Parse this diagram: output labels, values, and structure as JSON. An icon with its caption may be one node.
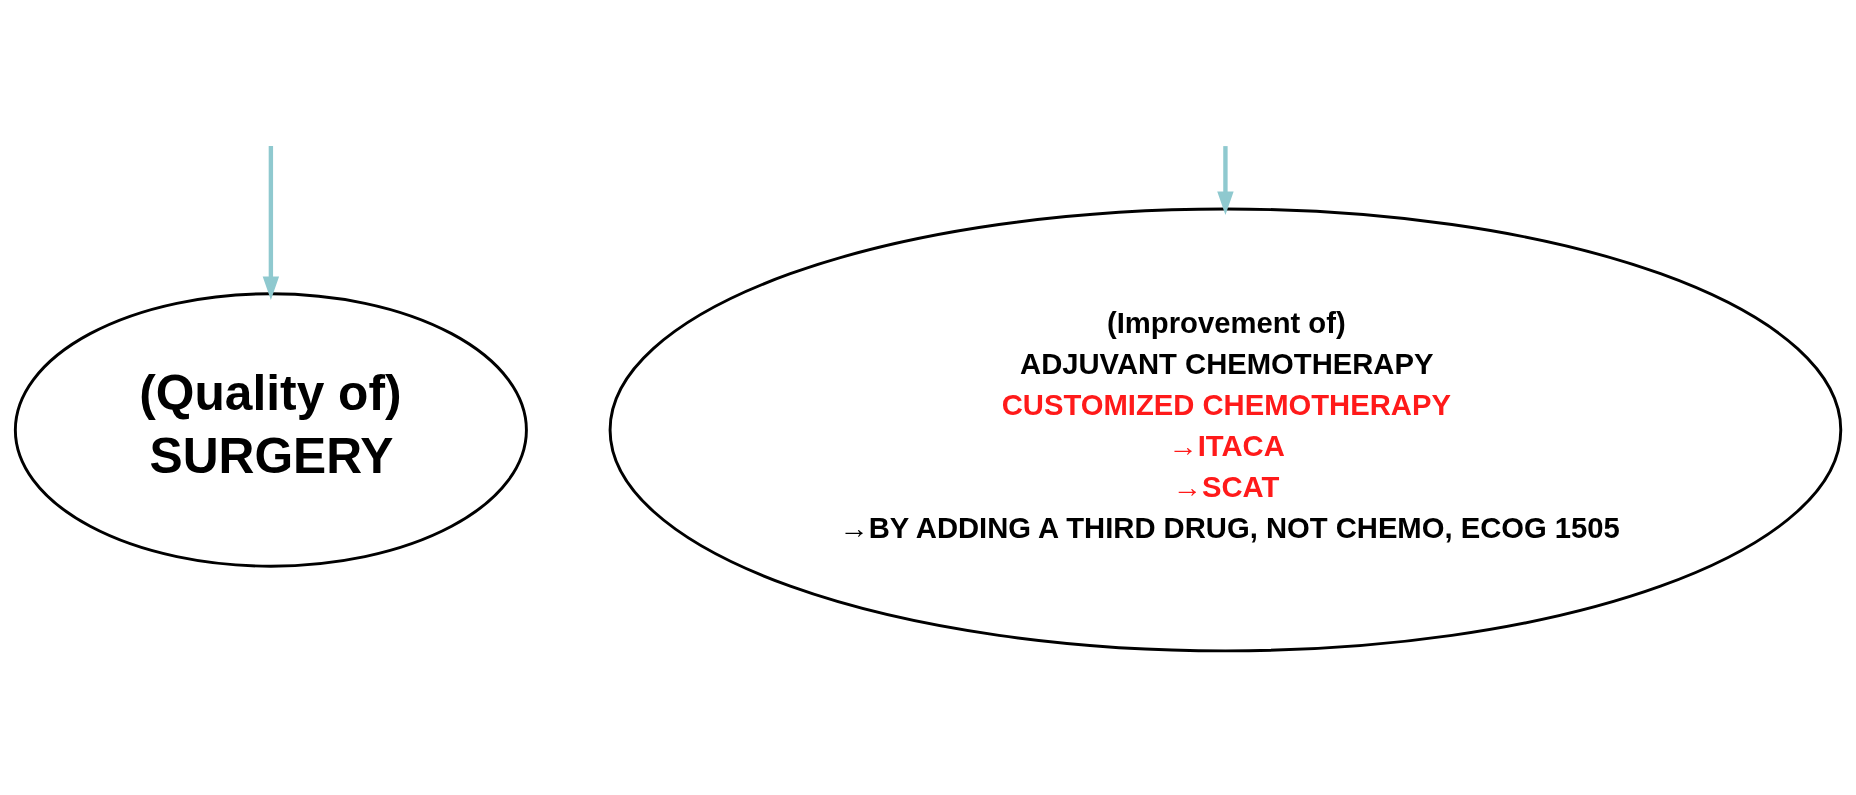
{
  "diagram": {
    "nodes": [
      {
        "text": [
          "(Quality of)",
          "SURGERY"
        ]
      },
      {
        "text": [
          "(Improvement of)",
          "ADJUVANT CHEMOTHERAPY",
          "CUSTOMIZED CHEMOTHERAPY",
          "→ITACA",
          "→SCAT",
          "→BY ADDING A THIRD DRUG, NOT CHEMO, ECOG 1505"
        ]
      }
    ],
    "edges": [
      {
        "from": null,
        "to": 0,
        "arrow": "to"
      },
      {
        "from": null,
        "to": 1,
        "arrow": "to"
      }
    ]
  }
}
